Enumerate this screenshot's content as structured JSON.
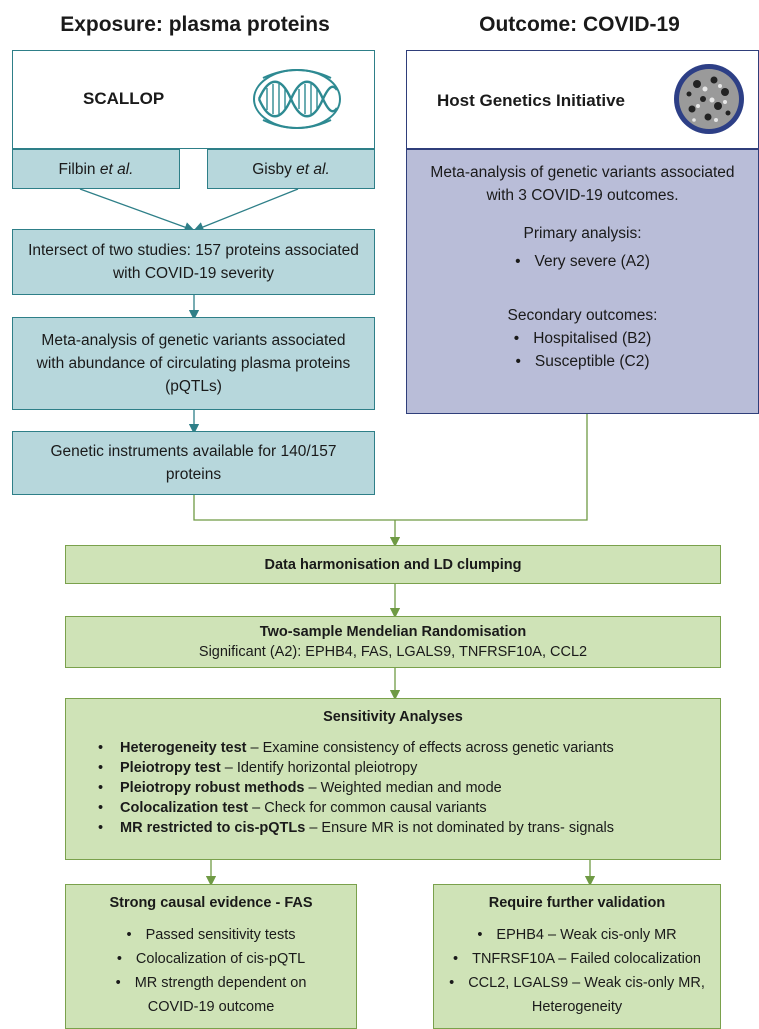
{
  "headers": {
    "exposure": "Exposure: plasma proteins",
    "outcome": "Outcome: COVID-19"
  },
  "scallop": {
    "name": "SCALLOP",
    "logo_icon": "dna-helix-logo-icon",
    "studies": [
      {
        "author": "Filbin",
        "suffix": "et al."
      },
      {
        "author": "Gisby",
        "suffix": "et al."
      }
    ],
    "steps": [
      "Intersect of two studies: 157 proteins associated with COVID-19 severity",
      "Meta-analysis of genetic variants associated with abundance of circulating plasma proteins (pQTLs)",
      "Genetic instruments available for 140/157 proteins"
    ]
  },
  "hgi": {
    "name": "Host Genetics Initiative",
    "logo_icon": "virus-particle-icon",
    "description": "Meta-analysis of genetic variants associated with 3 COVID-19 outcomes.",
    "primary_title": "Primary analysis:",
    "primary_items": [
      "Very severe (A2)"
    ],
    "secondary_title": "Secondary outcomes:",
    "secondary_items": [
      "Hospitalised (B2)",
      "Susceptible (C2)"
    ]
  },
  "harmonisation": {
    "title": "Data harmonisation and LD clumping"
  },
  "mr": {
    "title": "Two-sample Mendelian Randomisation",
    "subtitle": "Significant (A2): EPHB4, FAS, LGALS9, TNFRSF10A, CCL2"
  },
  "sensitivity": {
    "title": "Sensitivity Analyses",
    "items": [
      {
        "term": "Heterogeneity test",
        "desc": " – Examine consistency of effects across genetic variants"
      },
      {
        "term": "Pleiotropy test",
        "desc": " – Identify horizontal pleiotropy"
      },
      {
        "term": "Pleiotropy robust methods",
        "desc": " – Weighted median and mode"
      },
      {
        "term": "Colocalization test",
        "desc": " – Check for common causal variants"
      },
      {
        "term": "MR restricted to cis-pQTLs",
        "desc": " – Ensure MR is not dominated by trans- signals"
      }
    ]
  },
  "strong": {
    "title": "Strong causal evidence - FAS",
    "items": [
      "Passed sensitivity tests",
      "Colocalization of cis-pQTL",
      "MR strength dependent on",
      "COVID-19 outcome"
    ]
  },
  "further": {
    "title": "Require further validation",
    "items": [
      "EPHB4 – Weak cis-only MR",
      "TNFRSF10A – Failed colocalization",
      "CCL2, LGALS9 – Weak cis-only MR,",
      "Heterogeneity"
    ]
  },
  "colors": {
    "teal_fill": "#b7d7dc",
    "teal_border": "#2e7f88",
    "purple_fill": "#b9bdd8",
    "navy_border": "#2f3e7a",
    "green_fill": "#cfe3b7",
    "green_border": "#7aa14c"
  }
}
